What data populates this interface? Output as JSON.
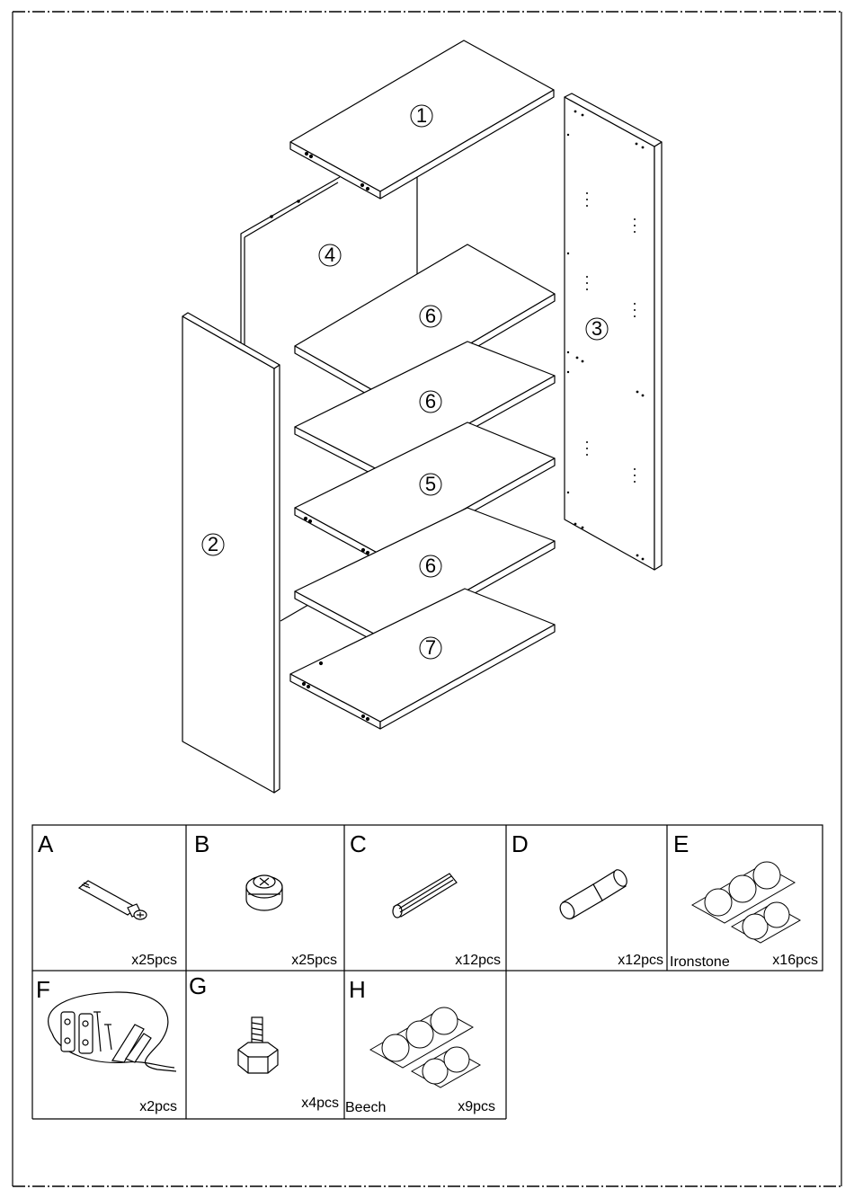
{
  "panels": [
    {
      "number": "1",
      "name": "top-panel"
    },
    {
      "number": "2",
      "name": "left-side-panel"
    },
    {
      "number": "3",
      "name": "right-side-panel"
    },
    {
      "number": "4",
      "name": "back-panel"
    },
    {
      "number": "6",
      "name": "shelf-1"
    },
    {
      "number": "6",
      "name": "shelf-2"
    },
    {
      "number": "5",
      "name": "fixed-shelf"
    },
    {
      "number": "6",
      "name": "shelf-3"
    },
    {
      "number": "7",
      "name": "bottom-panel"
    }
  ],
  "hardware": [
    {
      "letter": "A",
      "quantity": "x25pcs",
      "note": "",
      "icon": "cam-bolt-icon"
    },
    {
      "letter": "B",
      "quantity": "x25pcs",
      "note": "",
      "icon": "cam-lock-icon"
    },
    {
      "letter": "C",
      "quantity": "x12pcs",
      "note": "",
      "icon": "wooden-dowel-icon"
    },
    {
      "letter": "D",
      "quantity": "x12pcs",
      "note": "",
      "icon": "shelf-pin-icon"
    },
    {
      "letter": "E",
      "quantity": "x16pcs",
      "note": "Ironstone",
      "icon": "cover-sticker-icon"
    },
    {
      "letter": "F",
      "quantity": "x2pcs",
      "note": "",
      "icon": "anti-tip-kit-icon"
    },
    {
      "letter": "G",
      "quantity": "x4pcs",
      "note": "",
      "icon": "leveling-foot-icon"
    },
    {
      "letter": "H",
      "quantity": "x9pcs",
      "note": "Beech",
      "icon": "cover-sticker-icon"
    }
  ]
}
